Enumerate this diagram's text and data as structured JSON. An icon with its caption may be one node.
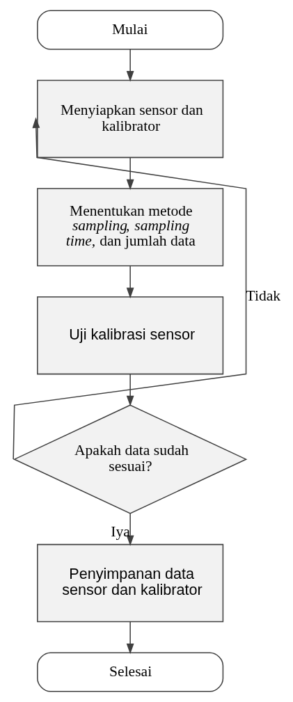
{
  "diagram": {
    "nodes": [
      {
        "text": [
          "Mulai"
        ]
      },
      {
        "text": [
          "Menyiapkan sensor dan kalibrator"
        ]
      },
      {
        "text": [
          "Menentukan metode *sampling*, *sampling time,* dan jumlah data"
        ]
      },
      {
        "text": [
          "Uji kalibrasi sensor"
        ]
      },
      {
        "text": [
          "Apakah data sudah sesuai?"
        ]
      },
      {
        "text": [
          "Penyimpanan data sensor dan kalibrator"
        ]
      },
      {
        "text": [
          "Selesai"
        ]
      }
    ],
    "edges": [
      {
        "from": 0,
        "to": 1,
        "arrow": "to"
      },
      {
        "from": 1,
        "to": 2,
        "arrow": "to"
      },
      {
        "from": 2,
        "to": 3,
        "arrow": "to"
      },
      {
        "from": 3,
        "to": 4,
        "arrow": "to"
      },
      {
        "from": 4,
        "to": 1,
        "arrow": "to",
        "label": "Tidak"
      },
      {
        "from": 4,
        "to": 5,
        "arrow": "to",
        "label": "Iya"
      },
      {
        "from": 5,
        "to": 6,
        "arrow": "to"
      }
    ]
  }
}
